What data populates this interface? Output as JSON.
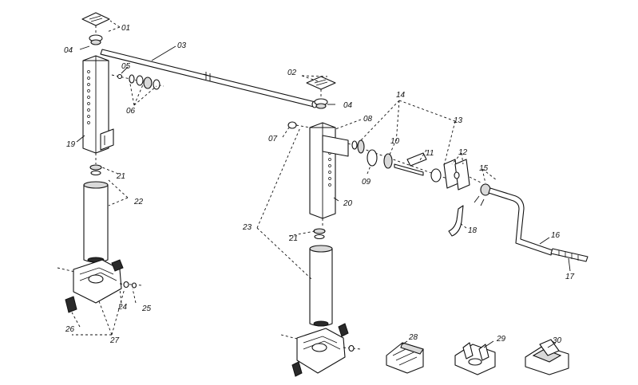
{
  "labels": {
    "p01": "01",
    "p02": "02",
    "p03": "03",
    "p04a": "04",
    "p04b": "04",
    "p05": "05",
    "p06": "06",
    "p07": "07",
    "p08": "08",
    "p09": "09",
    "p10": "10",
    "p11": "11",
    "p12": "12",
    "p13": "13",
    "p14": "14",
    "p15": "15",
    "p16": "16",
    "p17": "17",
    "p18": "18",
    "p19": "19",
    "p20": "20",
    "p21a": "21",
    "p21b": "21",
    "p22": "22",
    "p23": "23",
    "p24": "24",
    "p25": "25",
    "p26": "26",
    "p27": "27",
    "p28": "28",
    "p29": "29",
    "p30": "30"
  }
}
